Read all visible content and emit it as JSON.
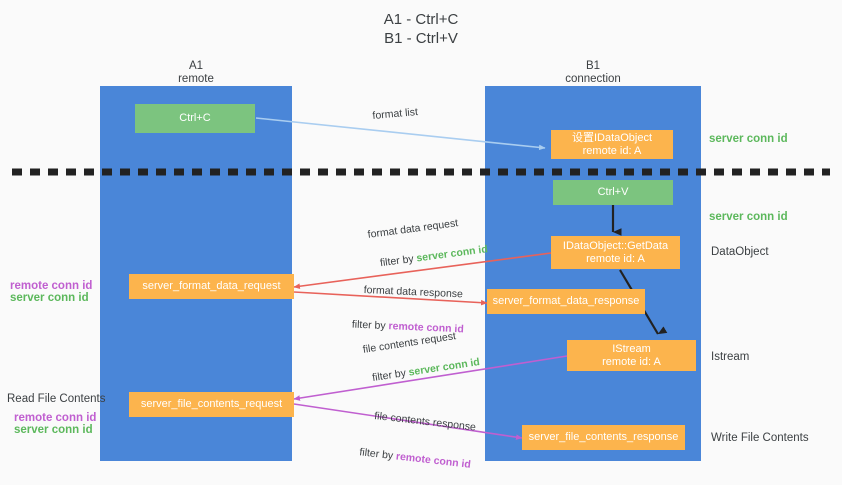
{
  "title": "A1 - Ctrl+C\nB1 - Ctrl+V",
  "lanes": [
    {
      "name": "A1",
      "sub": "remote",
      "header": "A1\nremote"
    },
    {
      "name": "B1",
      "sub": "connection",
      "header": "B1\nconnection"
    }
  ],
  "nodes": {
    "ctrl_c": "Ctrl+C",
    "ctrl_v": "Ctrl+V",
    "idataobject": "设置IDataObject\nremote id: A",
    "getdata": "IDataObject::GetData\nremote id: A",
    "istream": "IStream\nremote id: A",
    "format_data_request": "server_format_data_request",
    "format_data_response": "server_format_data_response",
    "file_contents_request": "server_file_contents_request",
    "file_contents_response": "server_file_contents_response"
  },
  "right_labels": {
    "server_conn_id_1": "server conn id",
    "server_conn_id_2": "server conn id",
    "dataobject": "DataObject",
    "istream": "Istream",
    "write_file_contents": "Write File Contents"
  },
  "left_labels": {
    "remote_conn_id_1": "remote conn id",
    "server_conn_id_1": "server conn id",
    "read_file_contents": "Read File Contents",
    "remote_conn_id_2": "remote conn id",
    "server_conn_id_2": "server conn id"
  },
  "edges": {
    "format_list": "format list",
    "format_data_request": "format data request",
    "format_data_request_filter_pre": "filter by ",
    "format_data_request_filter_key": "server conn id",
    "format_data_response": "format data response",
    "format_data_response_filter_pre": "filter by ",
    "format_data_response_filter_key": "remote conn id",
    "file_contents_request": "file contents request",
    "file_contents_request_filter_pre": "filter by ",
    "file_contents_request_filter_key": "server conn id",
    "file_contents_response": "file contents response",
    "file_contents_response_filter_pre": "filter by ",
    "file_contents_response_filter_key": "remote conn id"
  },
  "colors": {
    "lane": "#4a86d8",
    "green_node": "#7cc47f",
    "orange_node": "#fcb44d",
    "server_conn_id": "#5cb85c",
    "remote_conn_id": "#c05fd0",
    "arrow_light_blue": "#a9cdf0",
    "arrow_red": "#e8625a",
    "arrow_purple": "#c05fd0",
    "arrow_dark": "#222222",
    "background": "#fafafa"
  }
}
